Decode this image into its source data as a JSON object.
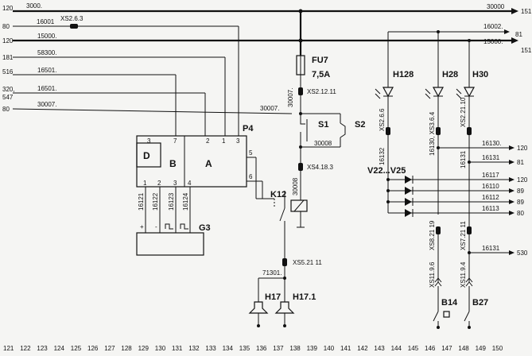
{
  "left_labels": {
    "l120a": "120",
    "l80": "80",
    "l120b": "120",
    "l181": "181",
    "l516": "516",
    "l320": "320,",
    "l547": "547",
    "l80b": "80"
  },
  "wire_labels": {
    "w3000": "3000.",
    "w16001": "16001",
    "wxs263": "XS2.6.3",
    "w15000": "15000.",
    "w58300": "58300.",
    "w16501a": "16501.",
    "w16501b": "16501.",
    "w30007a": "30007.",
    "w30007v": "30007.",
    "w30007b": "30007.",
    "w30008h": "30008",
    "w30008v": "30008",
    "w30000r": "30000",
    "w16002": "16002.",
    "w15000r": "15000.",
    "w71301": "71301.",
    "w16130h": "16130.",
    "w16131h": "16131",
    "w16117": "16117",
    "w16110": "16110",
    "w16112": "16112",
    "w16113": "16113",
    "w16131b": "16131",
    "v16132": "16132",
    "v16130": "16130, XS3.6.4",
    "v16131": "16131",
    "w16121": "16121",
    "w16122": "16122",
    "w16123": "16123",
    "w16124": "16124"
  },
  "right_labels": {
    "r151a": "151",
    "r81a": "81",
    "r151b": "151",
    "r120": "120",
    "r81b": "81",
    "r120b": "120",
    "r89a": "89",
    "r89b": "89",
    "r80": "80",
    "r530": "530"
  },
  "components": {
    "fu7": "FU7",
    "fu7_rating": "7,5A",
    "s1": "S1",
    "s2": "S2",
    "k12": "K12",
    "p4": "P4",
    "g3": "G3",
    "h128": "H128",
    "h28": "H28",
    "h30": "H30",
    "v22": "V22...V25",
    "h17": "H17",
    "h171": "H17.1",
    "b14": "B14",
    "b27": "B27",
    "blk_a": "A",
    "blk_b": "B",
    "blk_d": "D"
  },
  "connectors": {
    "xs21211": "XS2.12.11",
    "xs4183": "XS4.18.3",
    "xs52111": "XS5.21 11",
    "xs266": "XS2.6.6",
    "xs22110": "XS2.21.10",
    "xs82119": "XS8.21 19",
    "xs72111": "XS7.21 11",
    "xs1196": "XS11.9.6",
    "xs1194": "XS11.9.4"
  },
  "pins": {
    "p3a": "3",
    "p7": "7",
    "p2": "2",
    "p1": "1",
    "p3b": "3",
    "p5": "5",
    "p6": "6",
    "g1": "1",
    "g2": "2",
    "g3p": "3",
    "g4": "4",
    "plus": "+",
    "minus": "-"
  },
  "ruler": [
    "121",
    "122",
    "123",
    "124",
    "125",
    "126",
    "127",
    "128",
    "129",
    "130",
    "131",
    "132",
    "133",
    "134",
    "135",
    "136",
    "137",
    "138",
    "139",
    "140",
    "141",
    "142",
    "143",
    "144",
    "145",
    "146",
    "147",
    "148",
    "149",
    "150"
  ]
}
